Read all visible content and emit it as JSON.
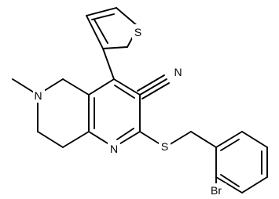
{
  "molecule": {
    "atom_labels": {
      "thiophene_s": "S",
      "nitrile_n": "N",
      "amine_n": "N",
      "pyridine_n": "N",
      "thioether_s": "S",
      "bromine": "Br"
    }
  }
}
